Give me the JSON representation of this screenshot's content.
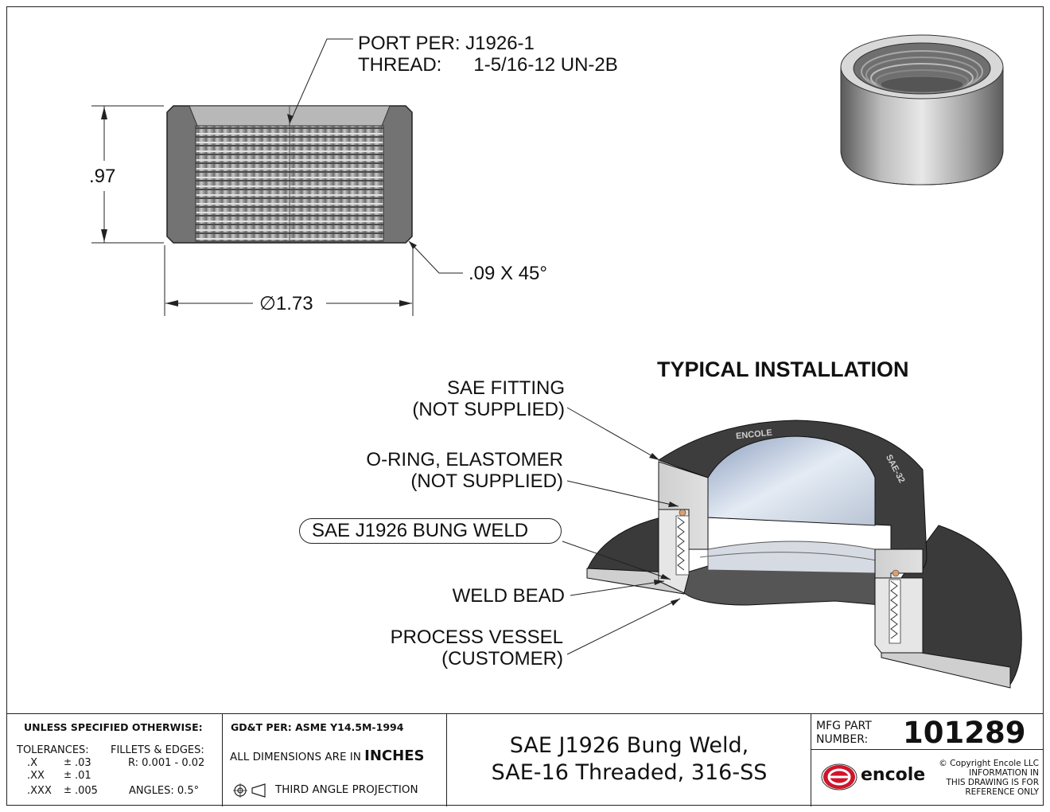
{
  "callouts": {
    "port_line": "PORT PER:  J1926-1",
    "thread_line": "THREAD:      1-5/16-12 UN-2B",
    "height_dim": ".97",
    "chamfer_dim": ".09 X 45°",
    "diameter_symbol": "∅",
    "diameter_dim": "1.73"
  },
  "installation": {
    "title": "TYPICAL INSTALLATION",
    "labels": [
      "SAE FITTING",
      "(NOT SUPPLIED)",
      "O-RING, ELASTOMER",
      "(NOT SUPPLIED)",
      "SAE J1926 BUNG WELD",
      "WELD BEAD",
      "PROCESS VESSEL",
      "(CUSTOMER)"
    ],
    "fitting_marking": "ENCOLE",
    "fitting_size_marking": "SAE-32"
  },
  "title_block": {
    "unless_specified": "UNLESS SPECIFIED OTHERWISE:",
    "tolerances_label": "TOLERANCES:",
    "fillets_label": "FILLETS & EDGES:",
    "tol_rows": [
      {
        "place": ".X",
        "pm": "±",
        "val": ".03"
      },
      {
        "place": ".XX",
        "pm": "±",
        "val": ".01"
      },
      {
        "place": ".XXX",
        "pm": "±",
        "val": ".005"
      }
    ],
    "fillet_range": "R: 0.001 - 0.02",
    "angles": "ANGLES:  0.5°",
    "gdt": "GD&T PER: ASME Y14.5M-1994",
    "dims_in": "ALL DIMENSIONS ARE IN",
    "units": "INCHES",
    "projection": "THIRD ANGLE PROJECTION",
    "part_title_1": "SAE J1926 Bung Weld,",
    "part_title_2": "SAE-16 Threaded, 316-SS",
    "mfg_part_label_1": "MFG PART",
    "mfg_part_label_2": "NUMBER:",
    "part_number": "101289",
    "company": "encole",
    "copyright_1": "© Copyright Encole LLC",
    "copyright_2": "INFORMATION IN",
    "copyright_3": "THIS DRAWING IS FOR",
    "copyright_4": "REFERENCE ONLY"
  },
  "colors": {
    "steel_dark": "#6e6e6e",
    "steel_light": "#cfcfcf",
    "fitting_body": "#3d3d3d",
    "oring": "#d9a070",
    "logo_red": "#d0142a"
  }
}
